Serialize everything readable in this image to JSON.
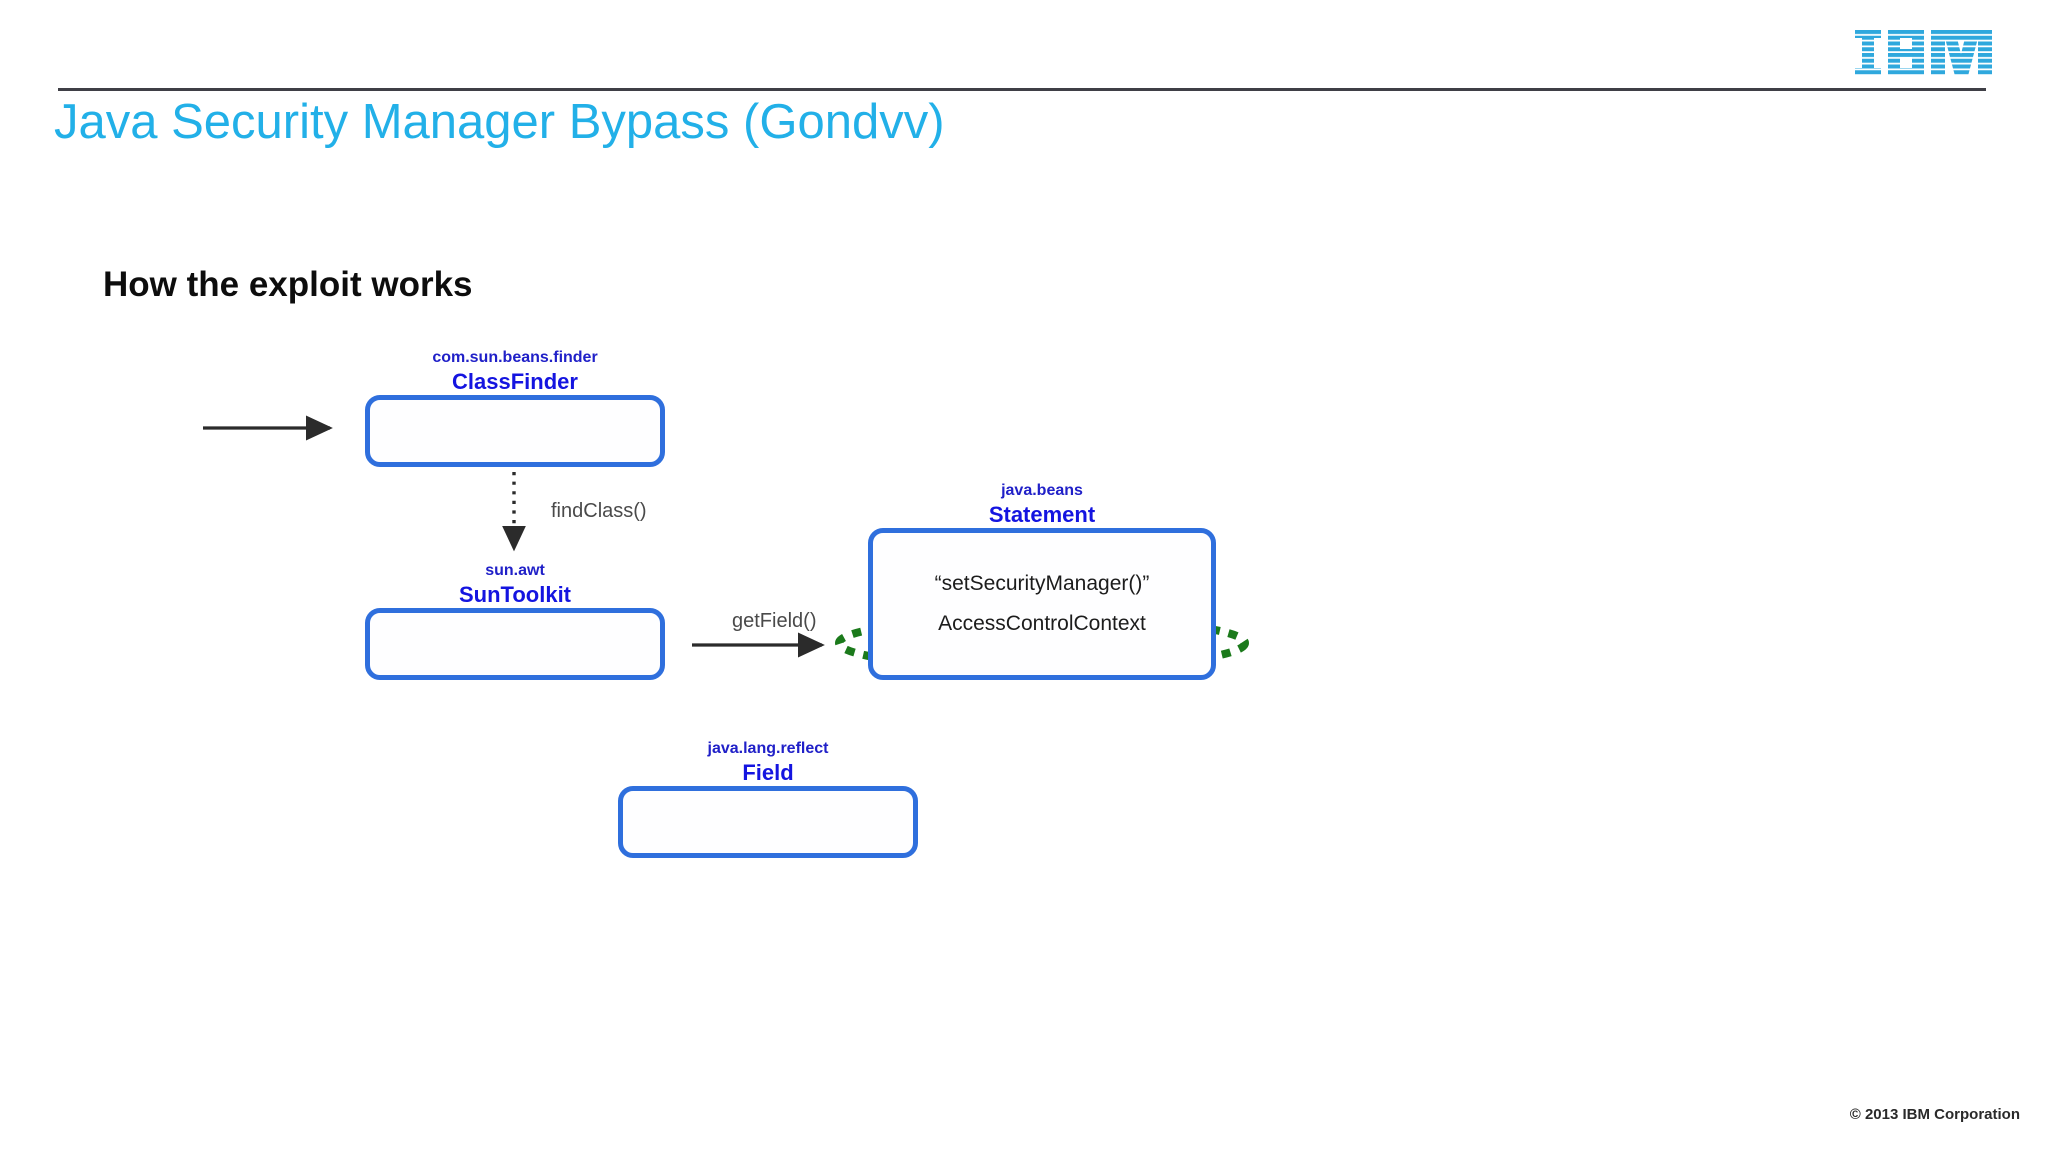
{
  "slide": {
    "title": "Java Security Manager Bypass (Gondvv)",
    "section_heading": "How the exploit works",
    "footer_copyright": "© 2013 IBM Corporation",
    "brand": "IBM",
    "colors": {
      "title": "#22b0e8",
      "brand": "#2fa8dd",
      "node_border": "#2f6fdd",
      "class_text": "#1414e0",
      "package_text": "#2020c8",
      "highlight_ellipse": "#1b7a1b",
      "rule": "#3f3f46",
      "arrow": "#2b2b2b"
    }
  },
  "diagram": {
    "nodes": [
      {
        "id": "classfinder",
        "package": "com.sun.beans.finder",
        "class_name": "ClassFinder",
        "lines": []
      },
      {
        "id": "suntoolkit",
        "package": "sun.awt",
        "class_name": "SunToolkit",
        "lines": []
      },
      {
        "id": "statement",
        "package": "java.beans",
        "class_name": "Statement",
        "lines": [
          "“setSecurityManager()”",
          "AccessControlContext"
        ]
      },
      {
        "id": "field",
        "package": "java.lang.reflect",
        "class_name": "Field",
        "lines": []
      }
    ],
    "edges": [
      {
        "id": "entry",
        "label": "",
        "style": "solid"
      },
      {
        "id": "findclass",
        "label": "findClass()",
        "style": "dotted"
      },
      {
        "id": "getfield",
        "label": "getField()",
        "style": "solid"
      }
    ],
    "highlight": {
      "target": "AccessControlContext",
      "shape": "dotted-ellipse"
    }
  }
}
